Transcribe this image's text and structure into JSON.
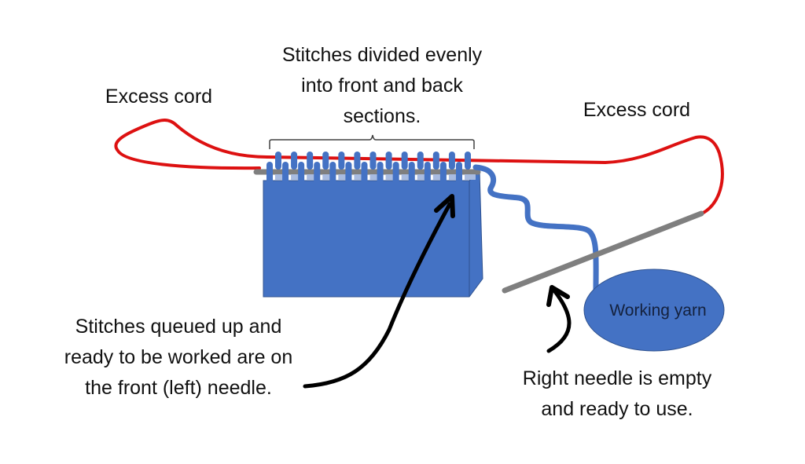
{
  "colors": {
    "cord": "#dd1111",
    "needle": "#7f7f7f",
    "fabric": "#4472c4",
    "fabric_edge": "#2f528f",
    "stitch_gap": "#a8bbe0",
    "arrow": "#000000",
    "bracket": "#404040"
  },
  "labels": {
    "excess_cord_left": "Excess cord",
    "excess_cord_right": "Excess cord",
    "stitches_divided": [
      "Stitches divided evenly",
      "into front and back",
      "sections."
    ],
    "stitches_queued": [
      "Stitches queued up and",
      "ready to be worked are on",
      "the front (left) needle."
    ],
    "right_needle": [
      "Right needle is empty",
      "and ready to use."
    ],
    "working_yarn": "Working yarn"
  },
  "stitch_count": 13
}
